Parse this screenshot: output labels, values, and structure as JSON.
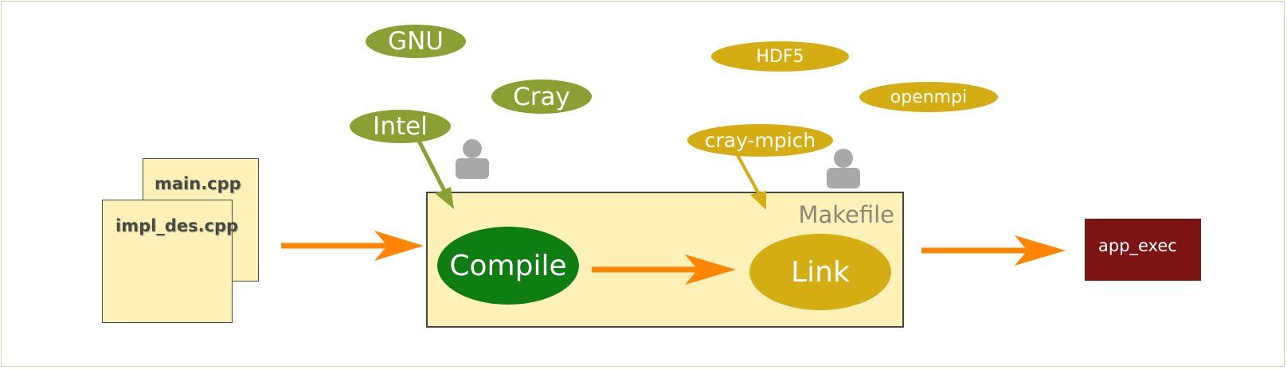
{
  "files": [
    "main.cpp",
    "impl_des.cpp"
  ],
  "compilers": [
    "GNU",
    "Cray",
    "Intel"
  ],
  "libraries": [
    "HDF5",
    "openmpi",
    "cray-mpich"
  ],
  "makefile": {
    "label": "Makefile",
    "steps": [
      "Compile",
      "Link"
    ]
  },
  "output": "app_exec",
  "colors": {
    "compiler": "#8aa033",
    "library": "#d4ad12",
    "compile": "#0f7e12",
    "link": "#d4ad12",
    "arrow": "#ff8400",
    "output": "#7d1414",
    "box_fill": "#fdf1b8",
    "person": "#a8a8a8"
  },
  "icons": [
    "person-icon",
    "person-icon"
  ]
}
